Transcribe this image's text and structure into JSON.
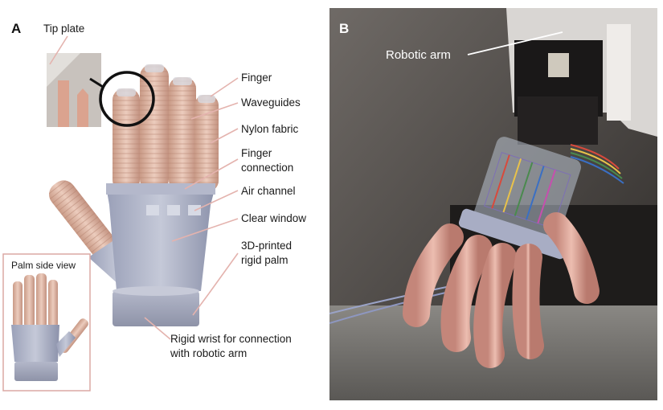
{
  "panel_a": {
    "letter": "A",
    "labels": {
      "tip_plate": "Tip plate",
      "finger": "Finger",
      "waveguides": "Waveguides",
      "nylon_fabric": "Nylon fabric",
      "finger_connection_1": "Finger",
      "finger_connection_2": "connection",
      "air_channel": "Air channel",
      "clear_window": "Clear window",
      "palm_1": "3D-printed",
      "palm_2": "rigid palm",
      "wrist_1": "Rigid wrist for connection",
      "wrist_2": "with robotic arm",
      "palm_side_view": "Palm side view"
    }
  },
  "panel_b": {
    "letter": "B",
    "robotic_arm": "Robotic arm"
  },
  "colors": {
    "leader_line": "#e4b3ae",
    "finger_skin": "#e3b9a6",
    "palm_grey": "#a9aec4",
    "inset_border": "#dba8a4"
  }
}
